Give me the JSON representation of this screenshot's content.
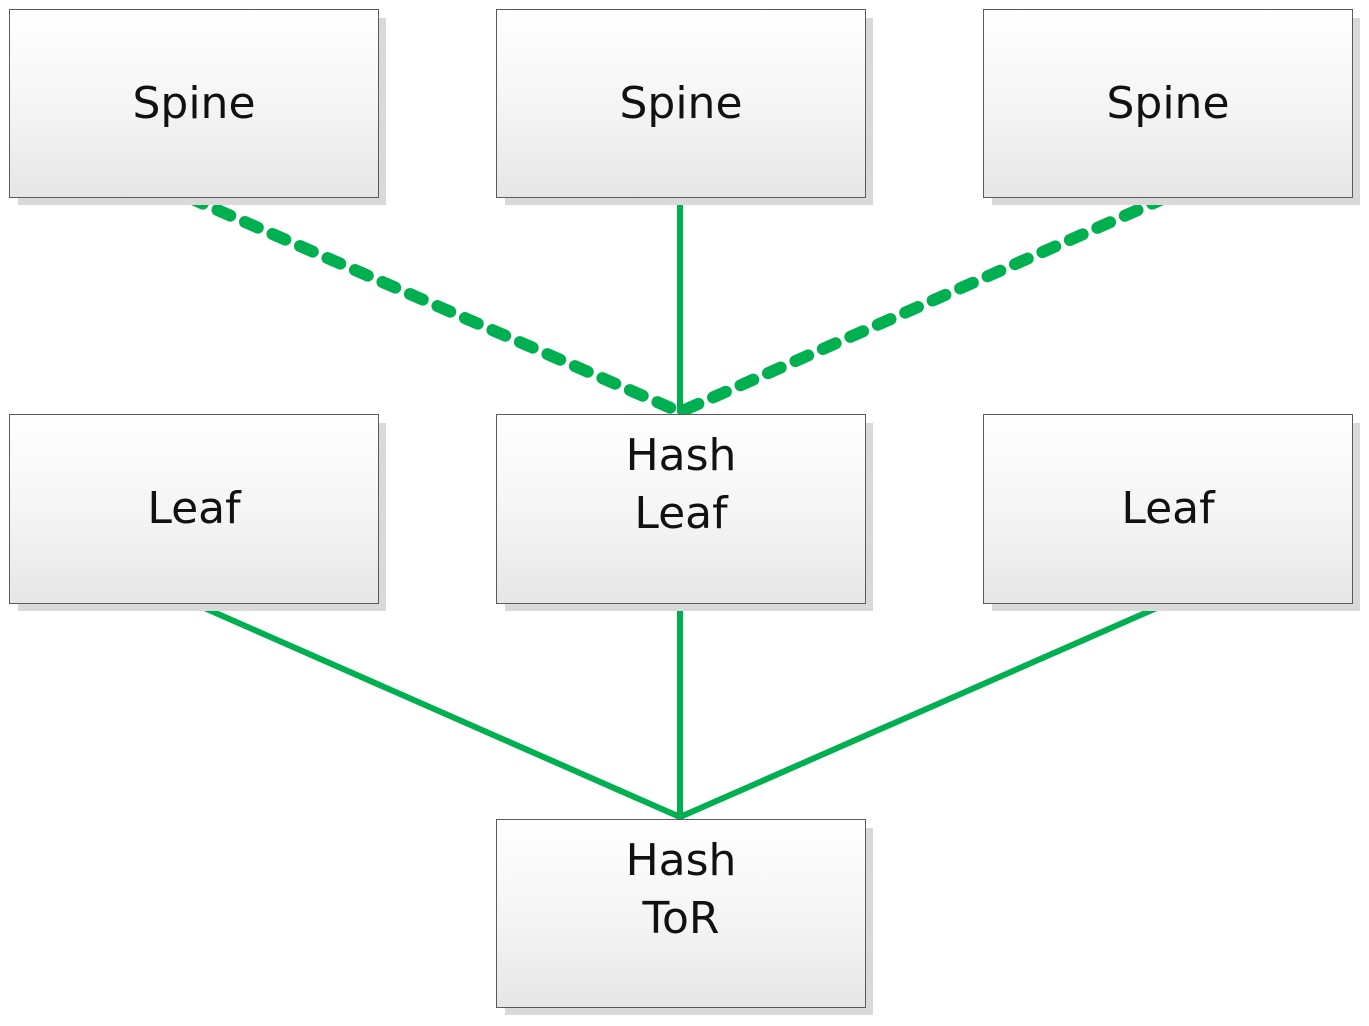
{
  "colors": {
    "link": "#00b050"
  },
  "nodes": {
    "spine_1": {
      "lines": [
        "Spine"
      ]
    },
    "spine_2": {
      "lines": [
        "Spine"
      ]
    },
    "spine_3": {
      "lines": [
        "Spine"
      ]
    },
    "leaf_1": {
      "lines": [
        "Leaf"
      ]
    },
    "hash_leaf": {
      "lines": [
        "Hash",
        "Leaf"
      ]
    },
    "leaf_3": {
      "lines": [
        "Leaf"
      ]
    },
    "hash_tor": {
      "lines": [
        "Hash",
        "ToR"
      ]
    }
  },
  "links": [
    {
      "from": "spine_1",
      "to": "hash_leaf",
      "style": "dashed"
    },
    {
      "from": "spine_2",
      "to": "hash_leaf",
      "style": "solid"
    },
    {
      "from": "spine_3",
      "to": "hash_leaf",
      "style": "dashed"
    },
    {
      "from": "leaf_1",
      "to": "hash_tor",
      "style": "solid"
    },
    {
      "from": "hash_leaf",
      "to": "hash_tor",
      "style": "solid"
    },
    {
      "from": "leaf_3",
      "to": "hash_tor",
      "style": "solid"
    }
  ]
}
